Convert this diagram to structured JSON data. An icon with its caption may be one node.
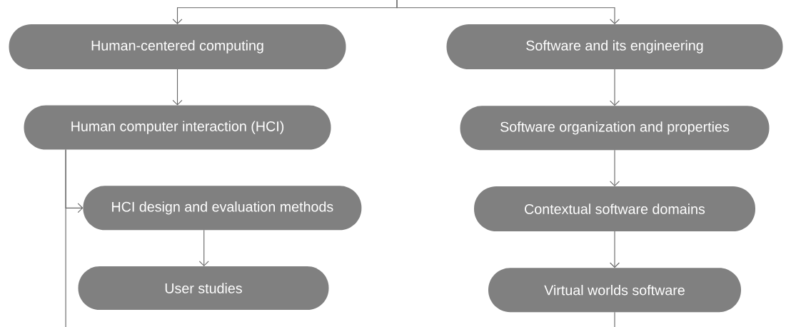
{
  "diagram": {
    "nodes": [
      {
        "text": [
          "Human-centered computing"
        ]
      },
      {
        "text": [
          "Software and its engineering"
        ]
      },
      {
        "text": [
          "Human computer interaction (HCI)"
        ]
      },
      {
        "text": [
          "Software organization and properties"
        ]
      },
      {
        "text": [
          "HCI design and evaluation methods"
        ]
      },
      {
        "text": [
          "Contextual software domains"
        ]
      },
      {
        "text": [
          "User studies"
        ]
      },
      {
        "text": [
          "Virtual worlds software"
        ]
      }
    ],
    "edges": [
      {
        "from": null,
        "to": 0,
        "arrow": "to"
      },
      {
        "from": null,
        "to": 1,
        "arrow": "to"
      },
      {
        "from": 0,
        "to": 2,
        "arrow": "to"
      },
      {
        "from": 1,
        "to": 3,
        "arrow": "to"
      },
      {
        "from": 2,
        "to": 4,
        "arrow": "to"
      },
      {
        "from": 3,
        "to": 5,
        "arrow": "to"
      },
      {
        "from": 4,
        "to": 6,
        "arrow": "to"
      },
      {
        "from": 5,
        "to": 7,
        "arrow": "to"
      },
      {
        "from": 2,
        "to": null,
        "arrow": "none"
      },
      {
        "from": 7,
        "to": null,
        "arrow": "none"
      }
    ]
  }
}
